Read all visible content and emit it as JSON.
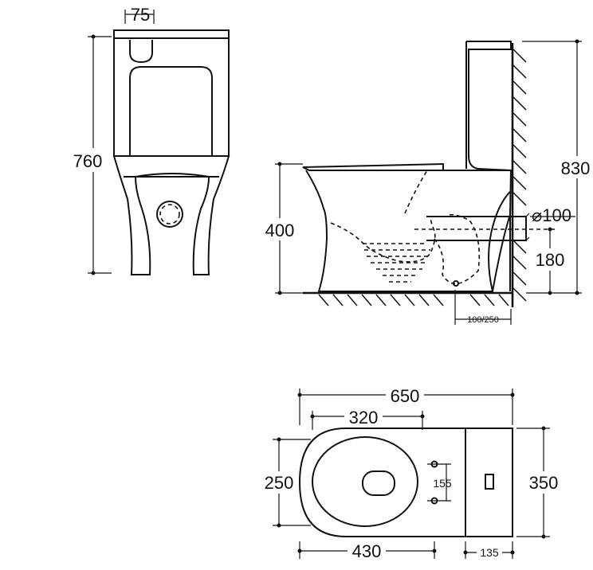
{
  "front_view": {
    "dimensions": {
      "flush_offset": "75",
      "height": "760"
    }
  },
  "side_view": {
    "dimensions": {
      "total_height": "830",
      "seat_height": "400",
      "outlet_diameter": "⌀100",
      "outlet_height": "180",
      "rough_in": "100/250"
    }
  },
  "top_view": {
    "dimensions": {
      "total_length": "650",
      "bowl_inner_length": "320",
      "tank_depth": "350",
      "bowl_width": "250",
      "fixing_spacing": "155",
      "bowl_length": "430",
      "tank_length": "135"
    }
  }
}
